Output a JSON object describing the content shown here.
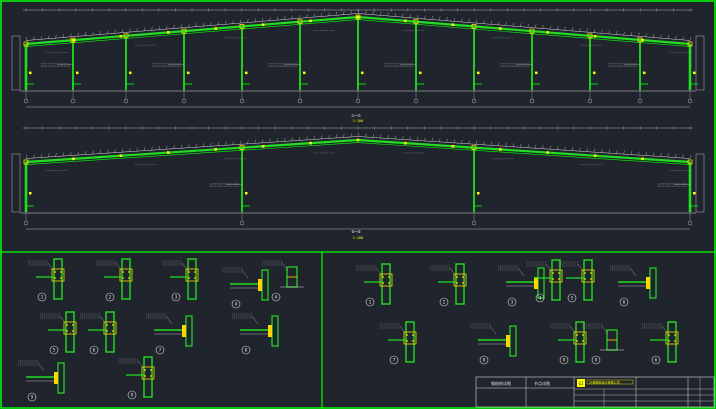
{
  "drawing": {
    "colors": {
      "background": "#20242c",
      "frame_green": "#00ff00",
      "member_green": "#22dd22",
      "line_white": "#d8d8d8",
      "text_yellow": "#ffff00",
      "text_white": "#e0e0e0",
      "text_cyan": "#00e5ff",
      "bolt_yellow": "#ffd700"
    },
    "frame_top": {
      "title": "①~⑤",
      "scale": "1:100"
    },
    "frame_bottom": {
      "title": "⑥~⑧",
      "scale": "1:100"
    },
    "details_left": {
      "labels": [
        "1",
        "2",
        "3",
        "4",
        "5",
        "6",
        "7",
        "8",
        "9"
      ]
    },
    "details_right": {
      "labels": [
        "1",
        "2",
        "3",
        "4",
        "5",
        "6",
        "7",
        "8",
        "9"
      ]
    },
    "title_block": {
      "project": "钢结构详图",
      "drawing_name": "节点详图",
      "stamp": "GJ",
      "company_band": "XX钢结构设计有限公司"
    }
  }
}
